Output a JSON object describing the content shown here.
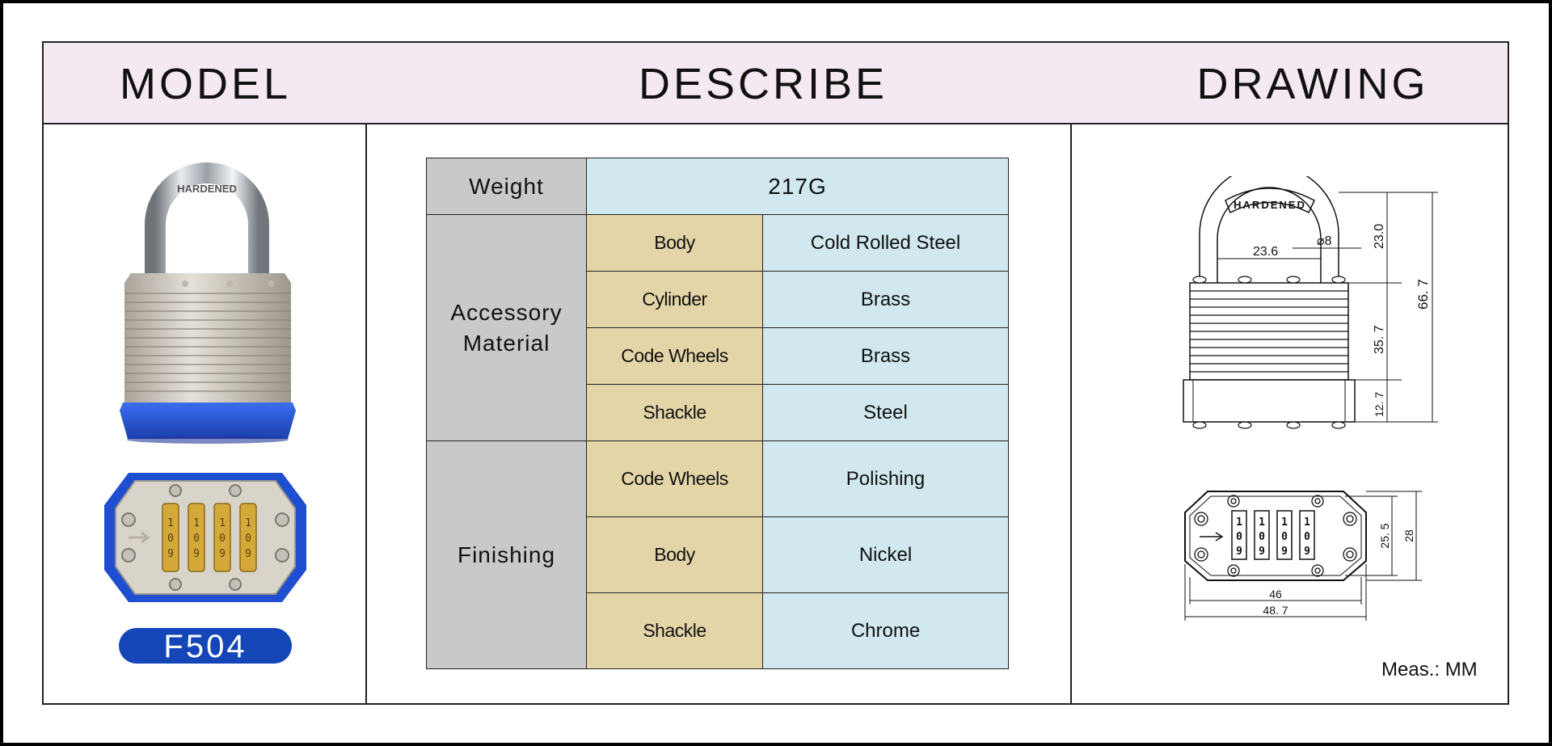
{
  "header": {
    "model": "MODEL",
    "describe": "DESCRIBE",
    "drawing": "DRAWING"
  },
  "model": {
    "code": "F504",
    "shackle_engraving": "HARDENED",
    "code_wheel_digits": [
      "1",
      "0",
      "9"
    ],
    "colors": {
      "bumper": "#1f4fd0",
      "badge": "#1446b8",
      "brass": "#d4a93a"
    }
  },
  "spec": {
    "weight_label": "Weight",
    "weight_value": "217G",
    "material_group": [
      "Accessory",
      "Material"
    ],
    "material": [
      {
        "part": "Body",
        "value": "Cold Rolled Steel"
      },
      {
        "part": "Cylinder",
        "value": "Brass"
      },
      {
        "part": "Code Wheels",
        "value": "Brass"
      },
      {
        "part": "Shackle",
        "value": "Steel"
      }
    ],
    "finishing_group": "Finishing",
    "finishing": [
      {
        "part": "Code Wheels",
        "value": "Polishing"
      },
      {
        "part": "Body",
        "value": "Nickel"
      },
      {
        "part": "Shackle",
        "value": "Chrome"
      }
    ],
    "colors": {
      "label": "#c9c9c9",
      "part": "#e4d5a8",
      "value": "#d0e8ee"
    }
  },
  "drawing": {
    "engraving": "HARDENED",
    "dims_side": {
      "shackle_diameter": "⌀8",
      "shackle_inner_width": "23.6",
      "shackle_height": "23.0",
      "overall_height": "66. 7",
      "body_height": "35. 7",
      "base_height": "12. 7"
    },
    "dims_top": {
      "inner_width": "46",
      "outer_width": "48. 7",
      "inner_depth": "25. 5",
      "outer_depth": "28"
    },
    "wheel_digits": [
      "1",
      "0",
      "9"
    ],
    "units": "Meas.: MM"
  }
}
